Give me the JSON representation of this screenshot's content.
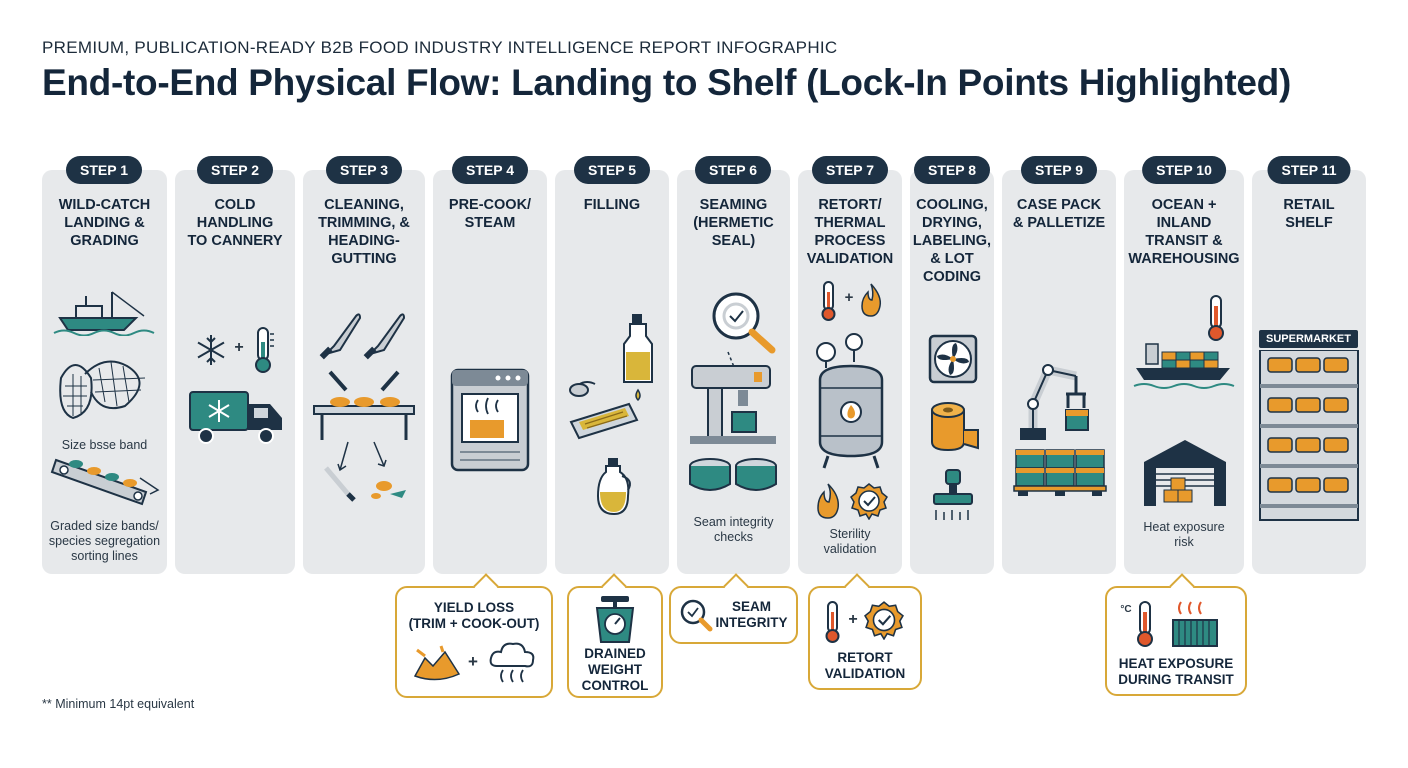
{
  "header": {
    "eyebrow": "PREMIUM, PUBLICATION-READY B2B FOOD INDUSTRY INTELLIGENCE REPORT INFOGRAPHIC",
    "title": "End-to-End Physical Flow: Landing to Shelf (Lock-In Points Highlighted)"
  },
  "colors": {
    "badge": "#1e3245",
    "panel": "#e7e9eb",
    "callout_border": "#d8a838",
    "teal": "#2e8a82",
    "orange": "#e89a2c",
    "navy": "#1e3245"
  },
  "steps": [
    {
      "badge": "STEP 1",
      "title": "WILD-CATCH\nLANDING &\nGRADING",
      "icons": [
        "fishing-boat-icon",
        "fishing-net-icon",
        "sorting-conveyor-icon"
      ],
      "caption_top": "Size bsse band",
      "caption": "Graded size bands/\nspecies segregation\nsorting lines"
    },
    {
      "badge": "STEP 2",
      "title": "COLD\nHANDLING\nTO CANNERY",
      "icons": [
        "snowflake-icon",
        "thermometer-icon",
        "refrigerated-truck-icon"
      ]
    },
    {
      "badge": "STEP 3",
      "title": "CLEANING,\nTRIMMING, &\nHEADING-\nGUTTING",
      "icons": [
        "knife-icon",
        "cutting-table-icon",
        "fish-scraps-icon"
      ]
    },
    {
      "badge": "STEP 4",
      "title": "PRE-COOK/\nSTEAM",
      "icons": [
        "steam-oven-icon"
      ]
    },
    {
      "badge": "STEP 5",
      "title": "FILLING",
      "icons": [
        "oil-bottle-icon",
        "open-can-icon",
        "oil-jug-icon"
      ]
    },
    {
      "badge": "STEP 6",
      "title": "SEAMING\n(HERMETIC\nSEAL)",
      "icons": [
        "magnifier-icon",
        "seaming-machine-icon",
        "sealed-cans-icon"
      ],
      "caption": "Seam integrity\nchecks"
    },
    {
      "badge": "STEP 7",
      "title": "RETORT/\nTHERMAL\nPROCESS\nVALIDATION",
      "icons": [
        "thermometer-icon",
        "flame-icon",
        "retort-vessel-icon",
        "check-seal-icon"
      ],
      "caption": "Sterility\nvalidation"
    },
    {
      "badge": "STEP 8",
      "title": "COOLING,\nDRYING,\nLABELING,\n& LOT\nCODING",
      "icons": [
        "fan-icon",
        "label-roll-icon",
        "lot-code-stamp-icon"
      ]
    },
    {
      "badge": "STEP 9",
      "title": "CASE PACK\n& PALLETIZE",
      "icons": [
        "robot-arm-icon",
        "pallet-cases-icon"
      ]
    },
    {
      "badge": "STEP 10",
      "title": "OCEAN +\nINLAND\nTRANSIT &\nWAREHOUSING",
      "icons": [
        "thermometer-icon",
        "container-ship-icon",
        "warehouse-icon"
      ],
      "caption": "Heat exposure\nrisk"
    },
    {
      "badge": "STEP 11",
      "title": "RETAIL\nSHELF",
      "icons": [
        "supermarket-shelf-icon"
      ],
      "sign": "SUPERMARKET"
    }
  ],
  "lockins": [
    {
      "text": "YIELD LOSS\n(TRIM + COOK-OUT)",
      "icons": [
        "fish-scraps-icon",
        "steam-cloud-icon"
      ],
      "plus": "+"
    },
    {
      "text": "DRAINED\nWEIGHT\nCONTROL",
      "icons": [
        "scale-icon"
      ]
    },
    {
      "text": "SEAM\nINTEGRITY",
      "icons": [
        "magnifier-icon"
      ]
    },
    {
      "text": "RETORT\nVALIDATION",
      "icons": [
        "thermometer-icon",
        "check-seal-icon"
      ],
      "plus": "+"
    },
    {
      "text": "HEAT EXPOSURE\nDURING TRANSIT",
      "icons": [
        "thermometer-icon",
        "heated-container-icon"
      ],
      "unit": "°C"
    }
  ],
  "footnote": "** Minimum 14pt equivalent"
}
